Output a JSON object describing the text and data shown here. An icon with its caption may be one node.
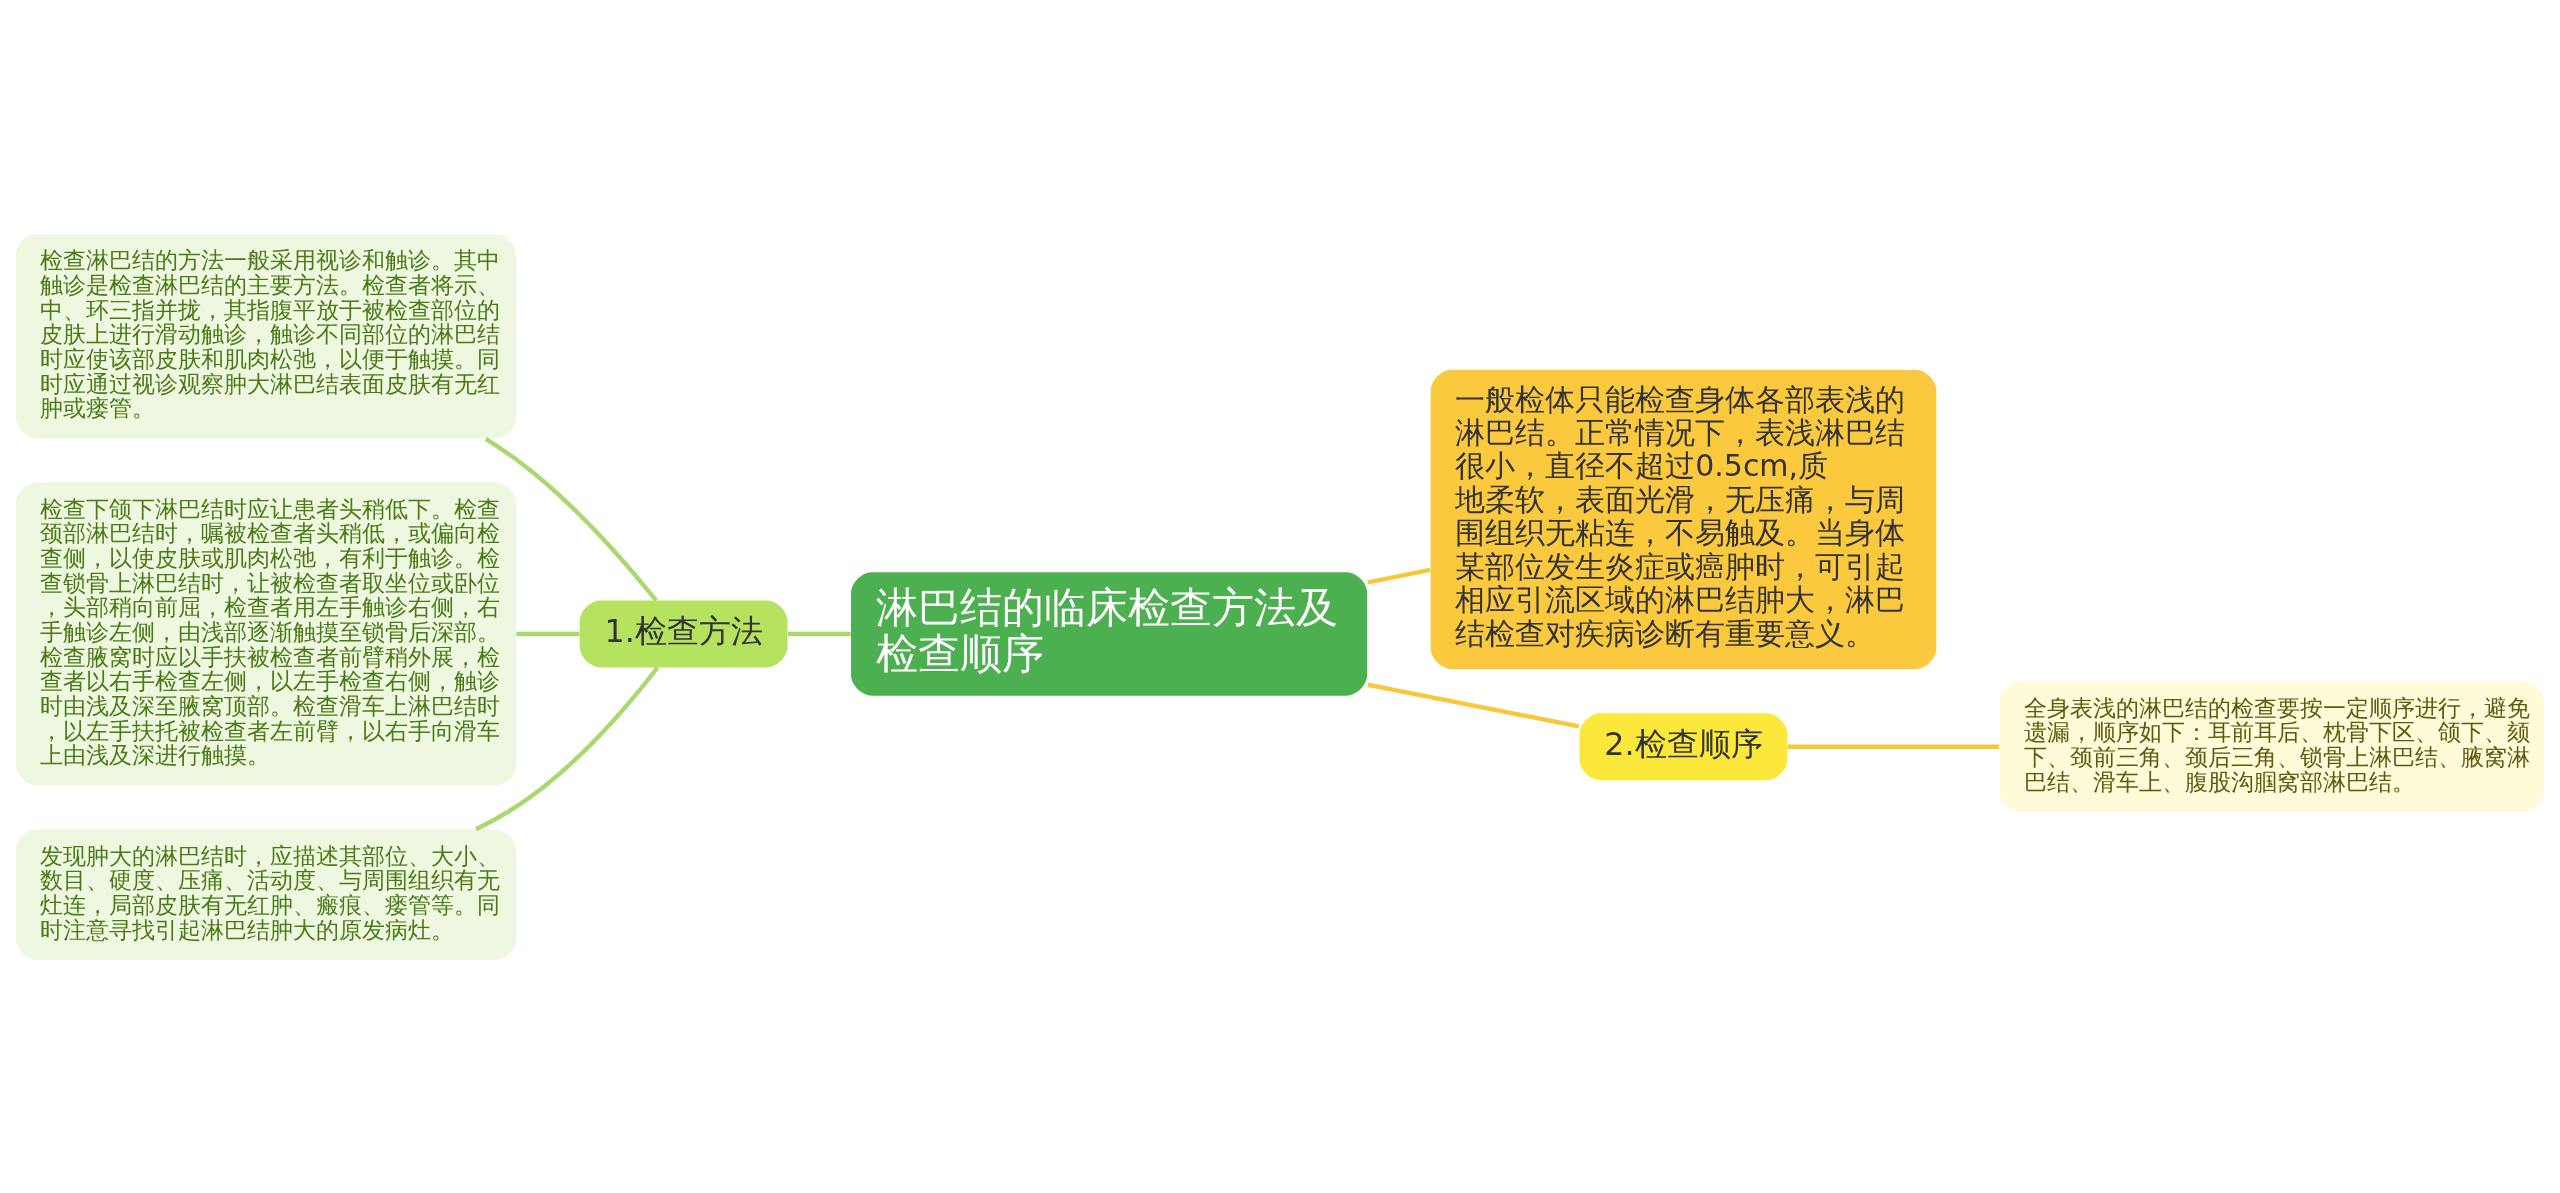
{
  "diagram": {
    "nodes": [
      {
        "text": [
          "淋巴结的临床检查方法及检查顺序"
        ]
      },
      {
        "text": [
          "1.检查方法"
        ]
      },
      {
        "text": [
          "检查淋巴结的方法一般采用视诊和触诊。其中触诊是检查淋巴结的主要方法。检查者将示、中、环三指并拢，其指腹平放于被检查部位的皮肤上进行滑动触诊，触诊不同部位的淋巴结时应使该部皮肤和肌肉松弛，以便于触摸。同时应通过视诊观察肿大淋巴结表面皮肤有无红肿或瘘管。"
        ]
      },
      {
        "text": [
          "检查下颌下淋巴结时应让患者头稍低下。检查颈部淋巴结时，嘱被检查者头稍低，或偏向检查侧，以使皮肤或肌肉松弛，有利于触诊。检查锁骨上淋巴结时，让被检查者取坐位或卧位，头部稍向前屈，检查者用左手触诊右侧，右手触诊左侧，由浅部逐渐触摸至锁骨后深部。检查腋窝时应以手扶被检查者前臂稍外展，检查者以右手检查左侧，以左手检查右侧，触诊时由浅及深至腋窝顶部。检查滑车上淋巴结时，以左手扶托被检查者左前臂，以右手向滑车上由浅及深进行触摸。"
        ]
      },
      {
        "text": [
          "发现肿大的淋巴结时，应描述其部位、大小、数目、硬度、压痛、活动度、与周围组织有无灶连，局部皮肤有无红肿、瘢痕、瘘管等。同时注意寻找引起淋巴结肿大的原发病灶。"
        ]
      },
      {
        "text": [
          "一般检体只能检查身体各部表浅的淋巴结。正常情况下，表浅淋巴结很小，直径不超过0.5cm,质地柔软，表面光滑，无压痛，与周围组织无粘连，不易触及。当身体某部位发生炎症或癌肿时，可引起相应引流区域的淋巴结肿大，淋巴结检查对疾病诊断有重要意义。"
        ]
      },
      {
        "text": [
          "2.检查顺序"
        ]
      },
      {
        "text": [
          "全身表浅的淋巴结的检查要按一定顺序进行，避免遗漏，顺序如下：耳前耳后、枕骨下区、颌下、颏下、颈前三角、颈后三角、锁骨上淋巴结、腋窝淋巴结、滑车上、腹股沟腘窝部淋巴结。"
        ]
      }
    ],
    "edges": [
      {
        "from": 0,
        "to": 1,
        "arrow": "none"
      },
      {
        "from": 1,
        "to": 2,
        "arrow": "none"
      },
      {
        "from": 1,
        "to": 3,
        "arrow": "none"
      },
      {
        "from": 1,
        "to": 4,
        "arrow": "none"
      },
      {
        "from": 0,
        "to": 5,
        "arrow": "none",
        "color": "#f7c83a"
      },
      {
        "from": 0,
        "to": 6,
        "arrow": "none",
        "color": "#f7c83a"
      },
      {
        "from": 6,
        "to": 7,
        "arrow": "none",
        "color": "#f7c83a"
      }
    ]
  }
}
